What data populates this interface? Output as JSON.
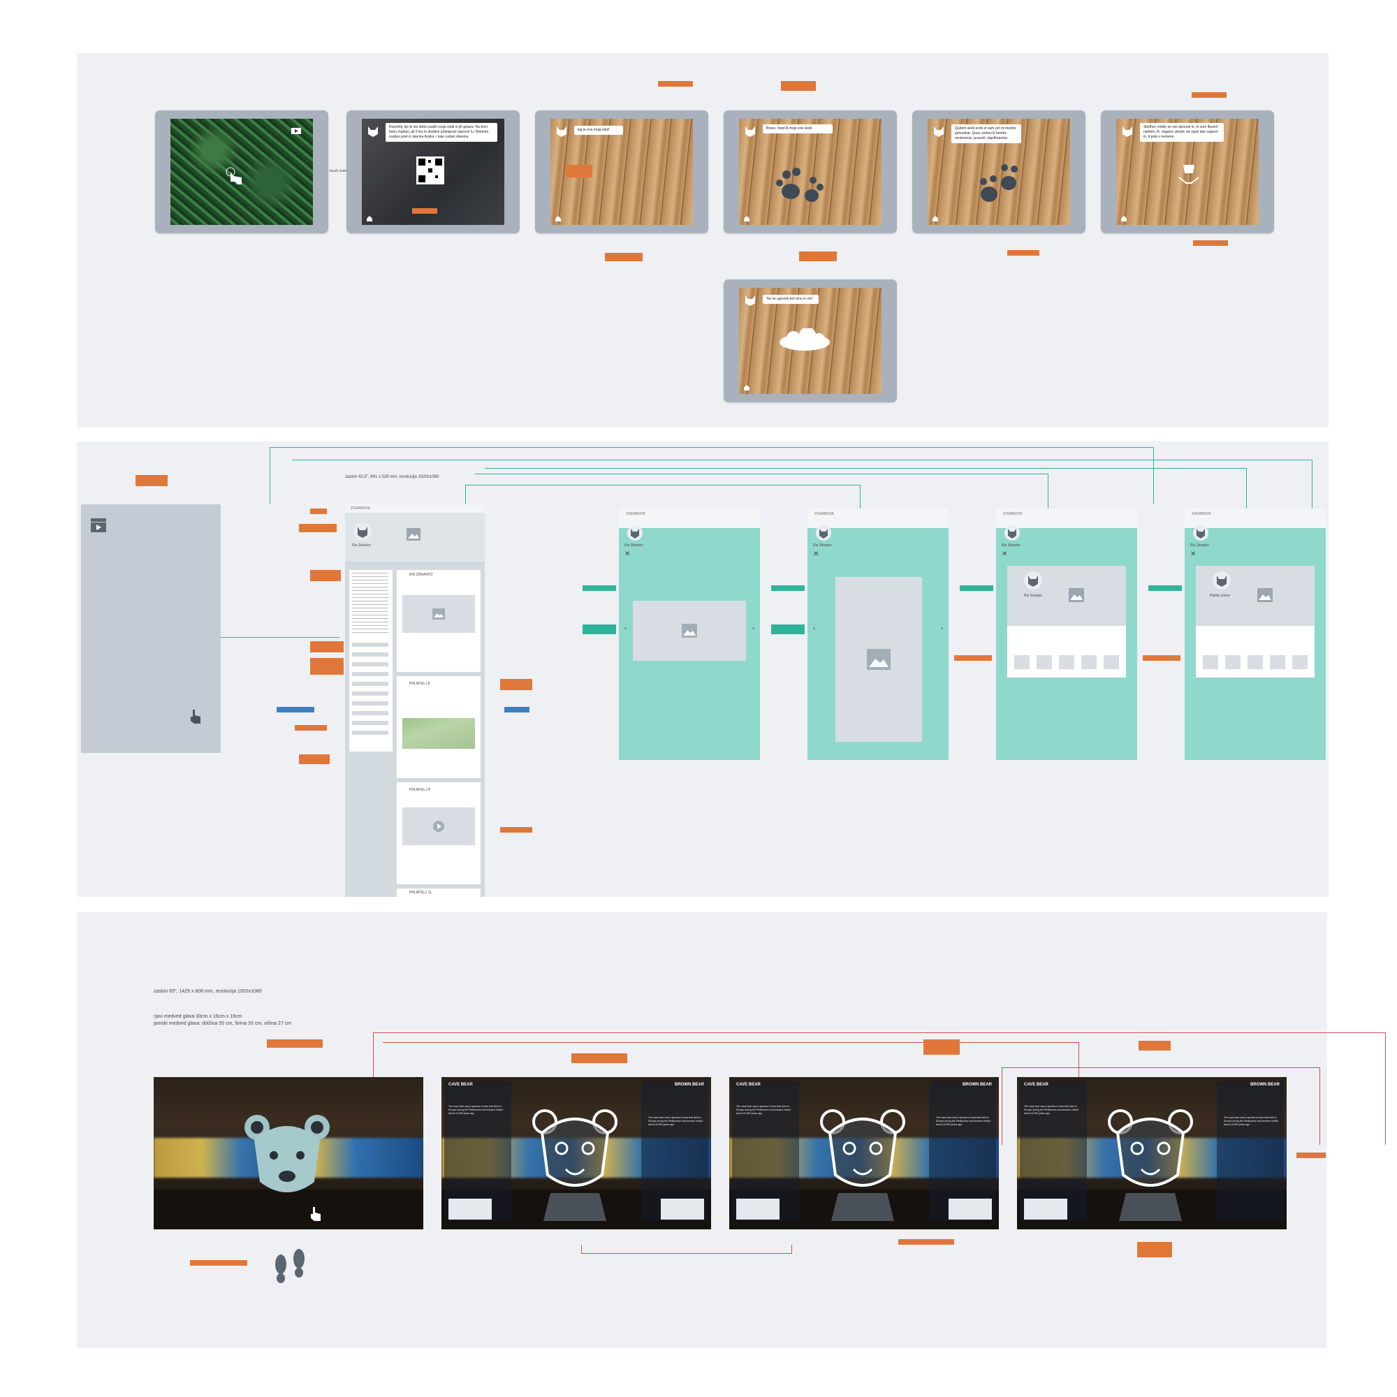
{
  "board1": {
    "tablets": [
      {
        "bubble": ""
      },
      {
        "bubble": "Rozmišlj, kje bi ste lahko paslili svoja sledi in jih gelaov. Na brini fotou majhas, ali 5 fes to slediine pritelaovie spoznel Iu. Dlemeni vsabus priel in skenira tkodur, i kate rudani obenine."
      },
      {
        "bubble": "kaj je ena moja sled!"
      },
      {
        "bubble": "Bravo, hotel ili moje ene sledi"
      },
      {
        "bubble": "Qudom sledi evrik et sam zel mi modne pelcednar. Queu smimu lil benthe ventenenjo, pruweh, stgolhnamne."
      },
      {
        "bubble": "Sledhet, metile ee sisi spoznal lo, to som lfuverh naštem, lh. veganic vtemle sel zgod ahp suporel in, ti pole v nemenu."
      },
      {
        "bubble": "Tat ne ugovelo kot mnu in vre!"
      }
    ],
    "notes": [
      "",
      "",
      "",
      "",
      "",
      "",
      "",
      "",
      ""
    ]
  },
  "board2": {
    "screen_spec": "zaslon 42,5\", 941 x 529 mm, resolucija 1920x1080",
    "app_name": "ZVERBOOK",
    "profile_name": "Ris Zdravko",
    "post1_author": "RIS ZDRAVKO",
    "post2_author": "PRIJATELJ 8",
    "post3_author": "PRIJATELJ 8",
    "post4_author": "PRIJATELJ 11",
    "detail_titles": [
      "Ris Zdravko",
      "Ris Zdravko",
      "Ris Zdravko",
      "Ris Zdravko"
    ],
    "friend_names": [
      "Ris Damjan",
      "Platire srnice"
    ],
    "blue_notes": [
      "",
      ""
    ],
    "sidebar_labels": [
      "",
      "",
      "",
      ""
    ]
  },
  "board3": {
    "spec_line1": "zaslon 65\", 1429 x 808 mm, resolucija 1920x1080",
    "spec_line2": "rjavi medved glava 30cm x 16cm x 16cm",
    "spec_line3": "jamski medved glava: dolžina 55 cm, širina 33 cm, višina 27 cm",
    "panel_left_title": "CAVE BEAR",
    "panel_right_title": "BROWN BEAR",
    "caption_text": "The cave bear was a species of bear that lived in Europe during the Pleistocene and became extinct about 24,000 years ago."
  },
  "colors": {
    "accent": "#e0773a",
    "teal": "#8fd8cc",
    "board": "#eef0f4",
    "link": "#3b82c4"
  }
}
